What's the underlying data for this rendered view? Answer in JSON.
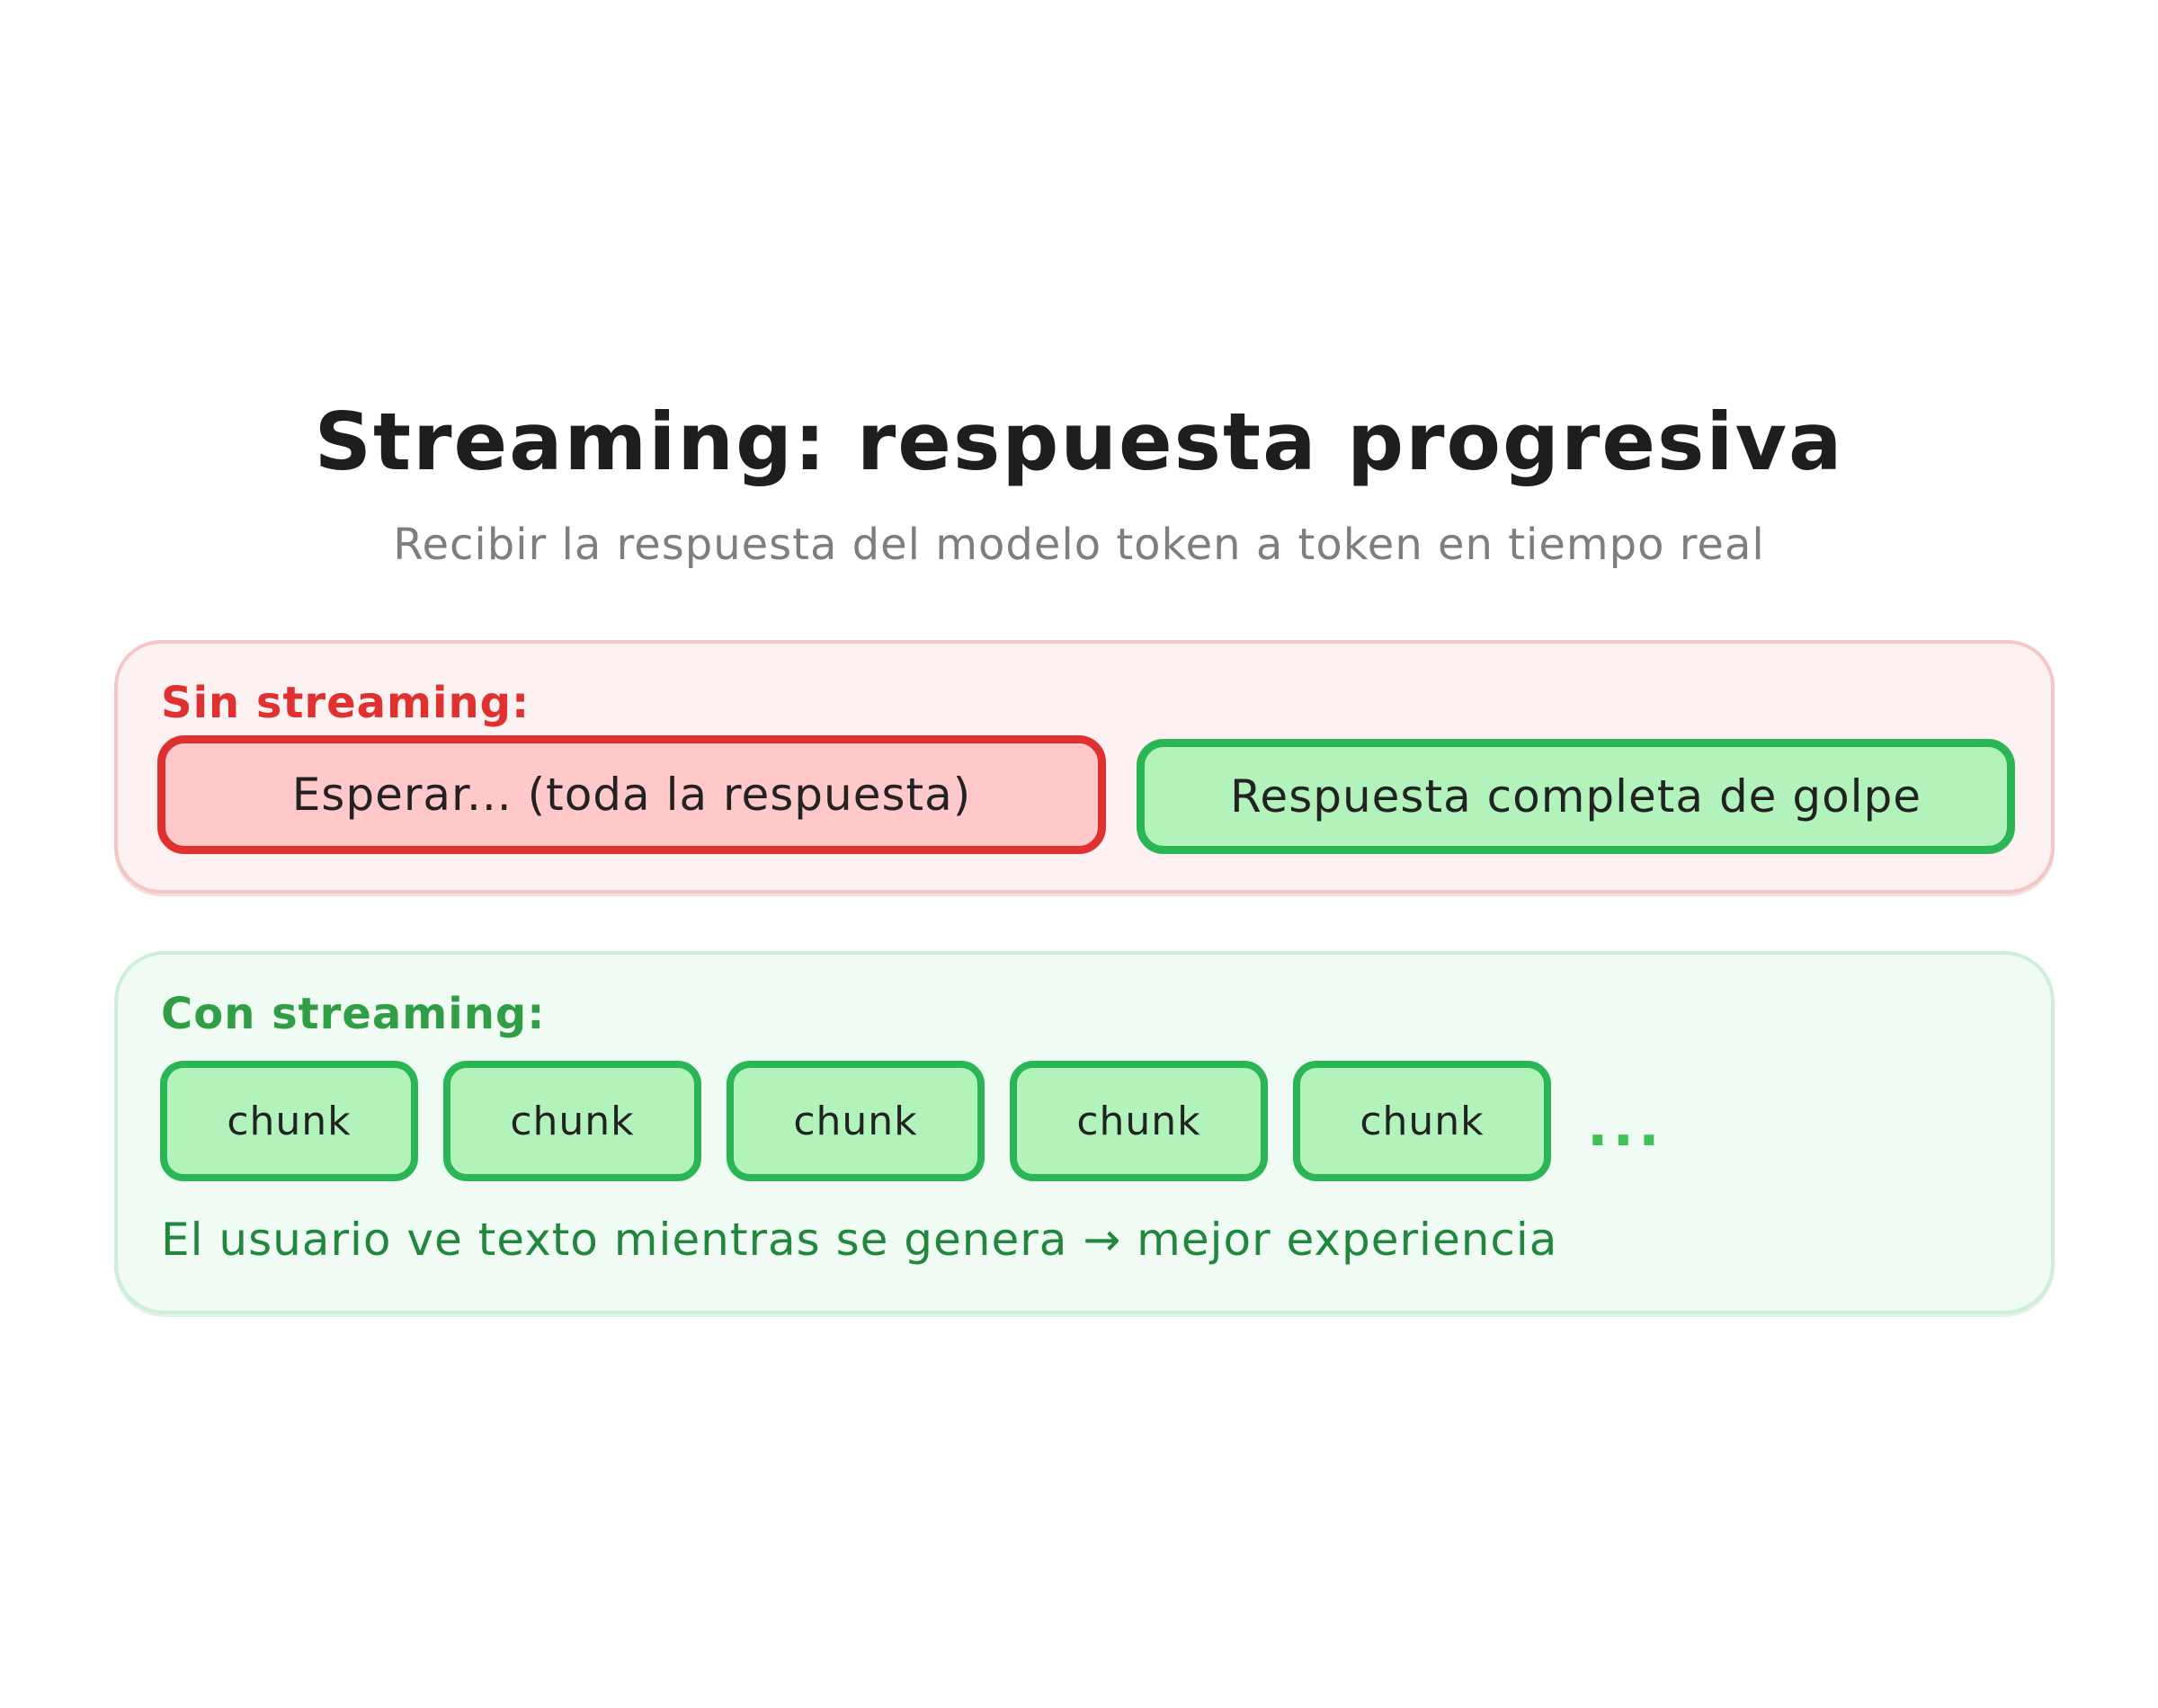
{
  "title": "Streaming: respuesta progresiva",
  "subtitle": "Recibir la respuesta del modelo token a token en tiempo real",
  "colors": {
    "red": "#e03131",
    "red-fill": "#ffc9c9",
    "red-panel-bg": "#fdf1f1",
    "red-panel-border": "#f5c6c6",
    "green": "#2f9e44",
    "green-stroke": "#2bb656",
    "green-fill": "#b2f2bb",
    "green-panel-bg": "#f0fbf3",
    "green-panel-border": "#cdeed8",
    "title-color": "#1e1e1e",
    "subtitle-color": "#7e7e7e",
    "note-color": "#21873d",
    "ellipsis-color": "#40c057",
    "ink": "#222222"
  },
  "sin_streaming": {
    "label": "Sin streaming:",
    "wait_box": "Esperar... (toda la respuesta)",
    "result_box": "Respuesta completa de golpe"
  },
  "con_streaming": {
    "label": "Con streaming:",
    "chunks": [
      "chunk",
      "chunk",
      "chunk",
      "chunk",
      "chunk"
    ],
    "ellipsis": "...",
    "note": "El usuario ve texto mientras se genera → mejor experiencia"
  }
}
